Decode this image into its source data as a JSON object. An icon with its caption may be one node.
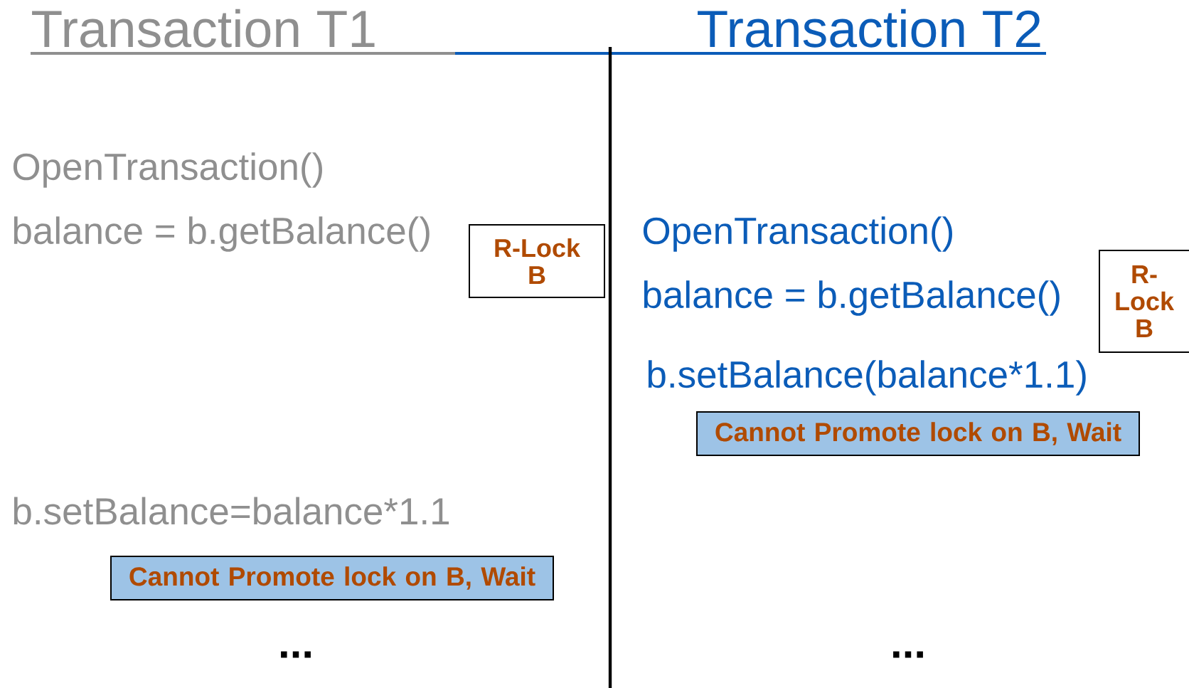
{
  "diagram": {
    "nodes": [
      {
        "text": [
          "R-Lock B"
        ]
      },
      {
        "text": [
          "Cannot Promote lock on B, Wait"
        ]
      },
      {
        "text": [
          "R-Lock B"
        ]
      },
      {
        "text": [
          "Cannot Promote lock on B, Wait"
        ]
      }
    ],
    "labels": [
      "Transaction T1",
      "Transaction T2",
      "OpenTransaction()",
      "balance = b.getBalance()",
      "OpenTransaction()",
      "balance = b.getBalance()",
      "b.setBalance(balance*1.1)",
      "b.setBalance=balance*1.1",
      "...",
      "..."
    ]
  }
}
